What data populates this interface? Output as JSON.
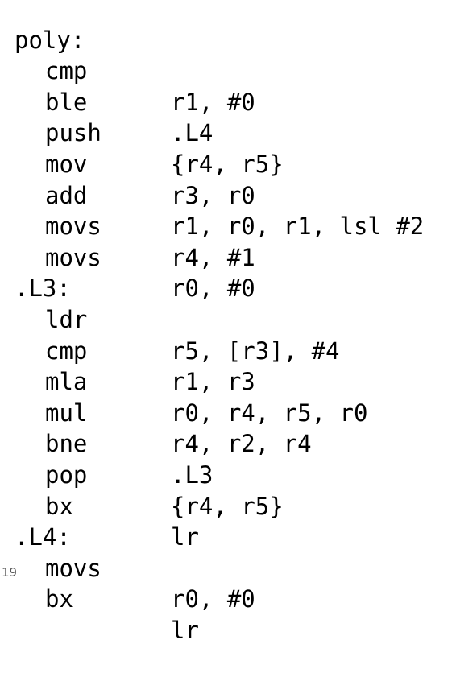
{
  "listing": [
    {
      "kind": "label",
      "text": "poly:"
    },
    {
      "kind": "instr",
      "mnemonic": "cmp",
      "operands": "r1, #0"
    },
    {
      "kind": "instr",
      "mnemonic": "ble",
      "operands": ".L4"
    },
    {
      "kind": "instr",
      "mnemonic": "push",
      "operands": "{r4, r5}"
    },
    {
      "kind": "instr",
      "mnemonic": "mov",
      "operands": "r3, r0"
    },
    {
      "kind": "instr",
      "mnemonic": "add",
      "operands": "r1, r0, r1, lsl #2"
    },
    {
      "kind": "instr",
      "mnemonic": "movs",
      "operands": "r4, #1"
    },
    {
      "kind": "instr",
      "mnemonic": "movs",
      "operands": "r0, #0"
    },
    {
      "kind": "label",
      "text": ".L3:"
    },
    {
      "kind": "instr",
      "mnemonic": "ldr",
      "operands": "r5, [r3], #4"
    },
    {
      "kind": "instr",
      "mnemonic": "cmp",
      "operands": "r1, r3"
    },
    {
      "kind": "instr",
      "mnemonic": "mla",
      "operands": "r0, r4, r5, r0"
    },
    {
      "kind": "instr",
      "mnemonic": "mul",
      "operands": "r4, r2, r4"
    },
    {
      "kind": "instr",
      "mnemonic": "bne",
      "operands": ".L3"
    },
    {
      "kind": "instr",
      "mnemonic": "pop",
      "operands": "{r4, r5}"
    },
    {
      "kind": "instr",
      "mnemonic": "bx",
      "operands": "lr"
    },
    {
      "kind": "label",
      "text": ".L4:"
    },
    {
      "kind": "instr",
      "mnemonic": "movs",
      "operands": "r0, #0"
    },
    {
      "kind": "instr",
      "mnemonic": "bx",
      "operands": "lr"
    }
  ],
  "page_number": "19"
}
